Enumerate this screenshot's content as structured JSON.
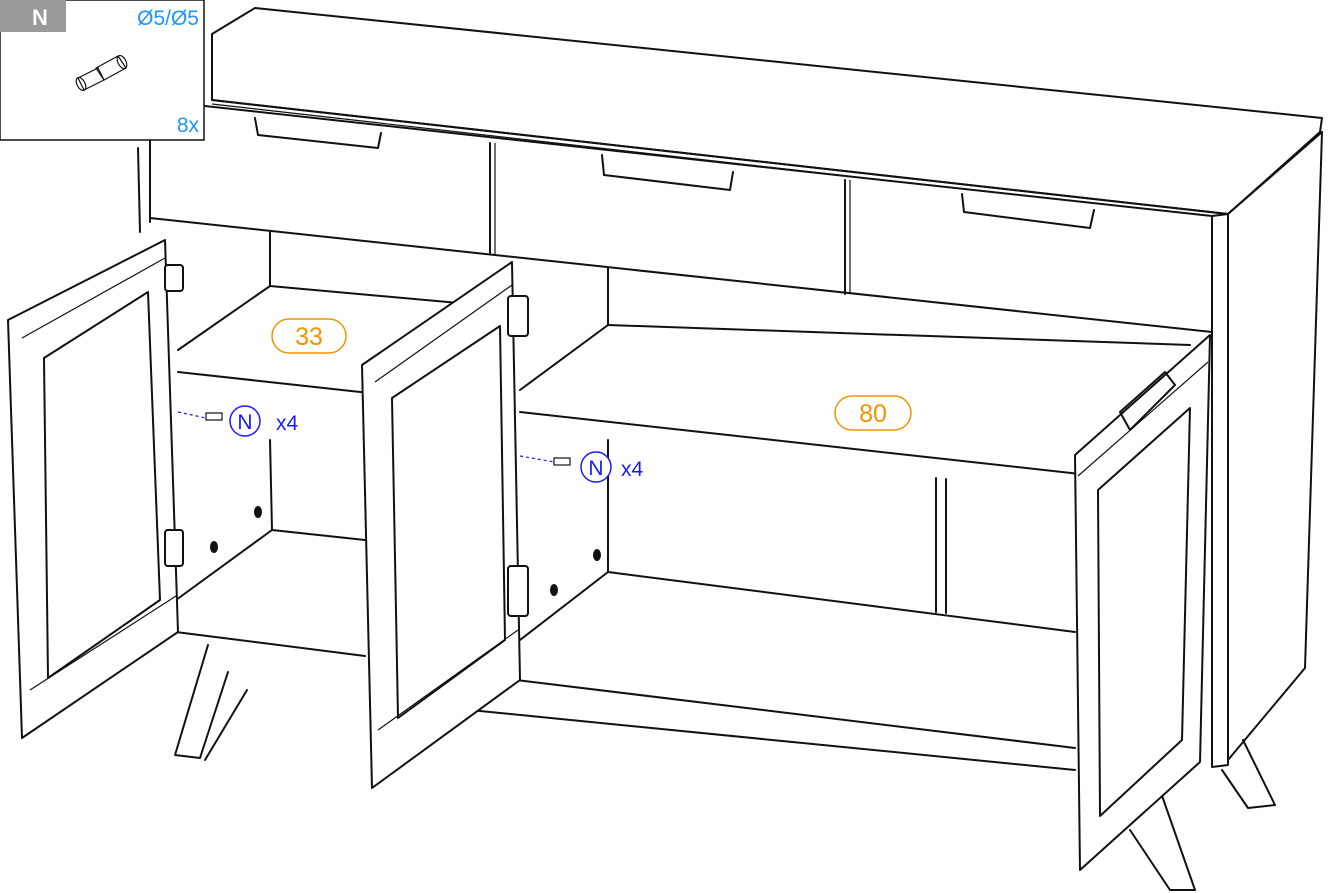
{
  "part_box": {
    "letter": "N",
    "size": "Ø5/Ø5",
    "quantity": "8x"
  },
  "callouts": [
    {
      "letter": "N",
      "count": "x4"
    },
    {
      "letter": "N",
      "count": "x4"
    }
  ],
  "measurements": [
    {
      "value": "33"
    },
    {
      "value": "80"
    }
  ],
  "colors": {
    "line": "#111111",
    "part_header": "#999999",
    "part_text": "#2196f3",
    "callout": "#1a1aff",
    "measurement": "#f39200"
  }
}
